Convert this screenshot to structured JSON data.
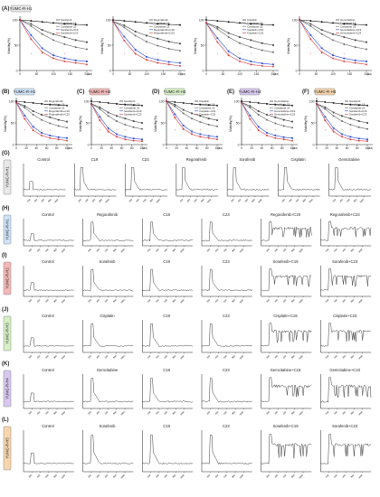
{
  "panelLabels": [
    "(A)",
    "(B)",
    "(C)",
    "(D)",
    "(E)",
    "(F)",
    "(G)",
    "(H)",
    "(I)",
    "(J)",
    "(K)",
    "(L)"
  ],
  "rowTags": {
    "A": {
      "text": "YUMC-R-H1",
      "bg": "#e8e8e8"
    },
    "B": {
      "text": "YUMC-R-H1",
      "bg": "#cfe3f7"
    },
    "C": {
      "text": "YUMC-R-H2",
      "bg": "#f4b8b8"
    },
    "D": {
      "text": "YUMC-R-H3",
      "bg": "#d6f0c4"
    },
    "E": {
      "text": "YUMC-R-H4",
      "bg": "#d8c8f0"
    },
    "F": {
      "text": "YUMC-R-H5",
      "bg": "#f7d6ae"
    }
  },
  "axis": {
    "ylabel": "Viability(%)",
    "xunit": "(μM)",
    "ticksA": [
      "0",
      "20",
      "40",
      "60",
      "80",
      "100"
    ],
    "ticksA2": [
      "0",
      "50",
      "100",
      "150",
      "200"
    ]
  },
  "curvePanels": [
    {
      "id": "A1",
      "legend": [
        "Sorafenib",
        "Candidate 19",
        "Candidate 23",
        "Sorafenib+C19",
        "Sorafenib+C23"
      ]
    },
    {
      "id": "A2",
      "legend": [
        "Regorafenib",
        "Candidate 19",
        "Candidate 23",
        "Regorafenib+C19",
        "Regorafenib+C23"
      ]
    },
    {
      "id": "A3",
      "legend": [
        "Cisplatin",
        "Candidate 19",
        "Candidate 23",
        "Cisplatin+C19",
        "Cisplatin+C23"
      ]
    },
    {
      "id": "A4",
      "legend": [
        "Gemcitabine",
        "Candidate 19",
        "Candidate 23",
        "Gemcitabine+C19",
        "Gemcitabine+C23"
      ]
    },
    {
      "id": "B",
      "legend": [
        "Regorafenib",
        "Candidate 19",
        "Candidate 23",
        "Regorafenib+C19",
        "Regorafenib+C23"
      ]
    },
    {
      "id": "C",
      "legend": [
        "Sorafenib",
        "Candidate 19",
        "Candidate 23",
        "Sorafenib+C19",
        "Sorafenib+C23"
      ]
    },
    {
      "id": "D",
      "legend": [
        "Cisplatin",
        "Candidate 19",
        "Candidate 23",
        "Cisplatin+C19",
        "Cisplatin+C23"
      ]
    },
    {
      "id": "E",
      "legend": [
        "Gemcitabine",
        "Candidate 19",
        "Candidate 23",
        "Gemcitabine+C19",
        "Gemcitabine+C23"
      ]
    },
    {
      "id": "F",
      "legend": [
        "Sorafenib",
        "Candidate 19",
        "Candidate 23",
        "Sorafenib+C19",
        "Sorafenib+C23"
      ]
    }
  ],
  "traceRows": [
    {
      "label": "(G)",
      "tag": "YUMC-R-H1",
      "tagBg": "#e8e8e8",
      "titles": [
        "Control",
        "C19",
        "C23",
        "Regorafenib",
        "Sorafenib",
        "Cisplatin",
        "Gemcitabine"
      ]
    },
    {
      "label": "(H)",
      "tag": "YUMC-R-H1",
      "tagBg": "#cfe3f7",
      "titles": [
        "Control",
        "Regorafenib",
        "C19",
        "C23",
        "Regorafenib+C19",
        "Regorafenib+C23"
      ]
    },
    {
      "label": "(I)",
      "tag": "YUMC-R-H2",
      "tagBg": "#f4b8b8",
      "titles": [
        "Control",
        "Sorafenib",
        "C19",
        "C23",
        "Sorafenib+C19",
        "Sorafenib+C23"
      ]
    },
    {
      "label": "(J)",
      "tag": "YUMC-R-H3",
      "tagBg": "#d6f0c4",
      "titles": [
        "Control",
        "Cisplatin",
        "C19",
        "C23",
        "Cisplatin+C19",
        "Cisplatin+C23"
      ]
    },
    {
      "label": "(K)",
      "tag": "YUMC-R-H4",
      "tagBg": "#d8c8f0",
      "titles": [
        "Control",
        "Gemcitabine",
        "C19",
        "C23",
        "Gemcitabine+C19",
        "Gemcitabine+C23"
      ]
    },
    {
      "label": "(L)",
      "tag": "YUMC-R-H5",
      "tagBg": "#f7d6ae",
      "titles": [
        "Control",
        "Sorafenib",
        "C19",
        "C23",
        "Sorafenib+C19",
        "Sorafenib+C23"
      ]
    }
  ],
  "colors": {
    "series": [
      "#111111",
      "#444444",
      "#666666",
      "#2a4bd7",
      "#d43b3b"
    ],
    "trace": "#222222"
  }
}
